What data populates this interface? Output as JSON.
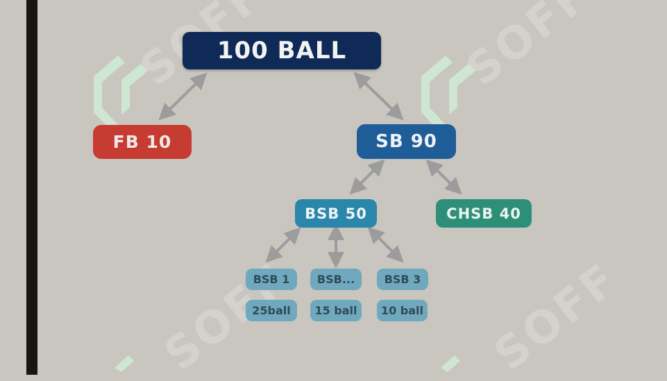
{
  "diagram": {
    "root": "100 BALL",
    "fb": "FB 10",
    "sb": "SB 90",
    "bsb": "BSB 50",
    "chsb": "CHSB 40",
    "bsb_children": [
      {
        "label": "BSB 1",
        "value": "25ball"
      },
      {
        "label": "BSB...",
        "value": "15 ball"
      },
      {
        "label": "BSB 3",
        "value": "10 ball"
      }
    ]
  },
  "watermark": {
    "text": "SOFF",
    "color": "#d6f0dc"
  },
  "colors": {
    "background": "#c9c6c0",
    "root": "#0f2a57",
    "fb": "#c63b32",
    "sb": "#1f5d98",
    "bsb": "#2b86ac",
    "chsb": "#2e8f79",
    "leaf": "#70a9be",
    "arrow": "#9c9c9c"
  }
}
